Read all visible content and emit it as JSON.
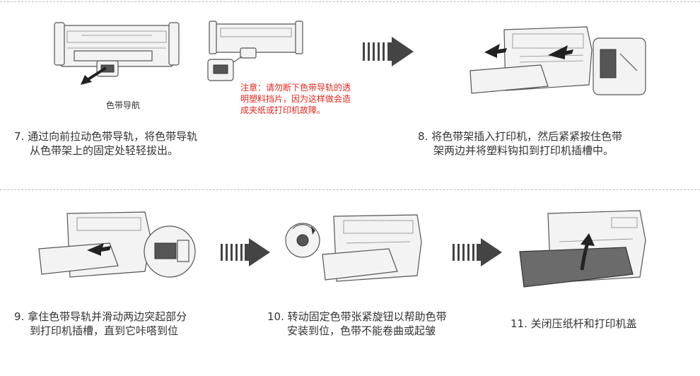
{
  "steps": {
    "step7": {
      "line1": "7. 通过向前拉动色带导轨，将色带导轨",
      "line2": "从色带架上的固定处轻轻拔出。",
      "part_label": "色带导航"
    },
    "warning": {
      "line1": "注意：请勿断下色带导轨的透",
      "line2": "明塑料挡片，因为这样做会造",
      "line3": "成夹纸或打印机故障。"
    },
    "step8": {
      "line1": "8. 将色带架插入打印机，然后紧紧按住色带",
      "line2": "架两边并将塑料钩扣到打印机插槽中。"
    },
    "step9": {
      "line1": "9. 拿住色带导轨并滑动两边突起部分",
      "line2": "到打印机插槽，直到它咔嗒到位"
    },
    "step10": {
      "line1": "10. 转动固定色带张紧旋钮以帮助色带",
      "line2": "安装到位，色带不能卷曲或起皱"
    },
    "step11": {
      "line1": "11. 关闭压纸杆和打印机盖"
    }
  },
  "colors": {
    "warning": "#e3261c",
    "arrow": "#444444",
    "text": "#333333"
  }
}
